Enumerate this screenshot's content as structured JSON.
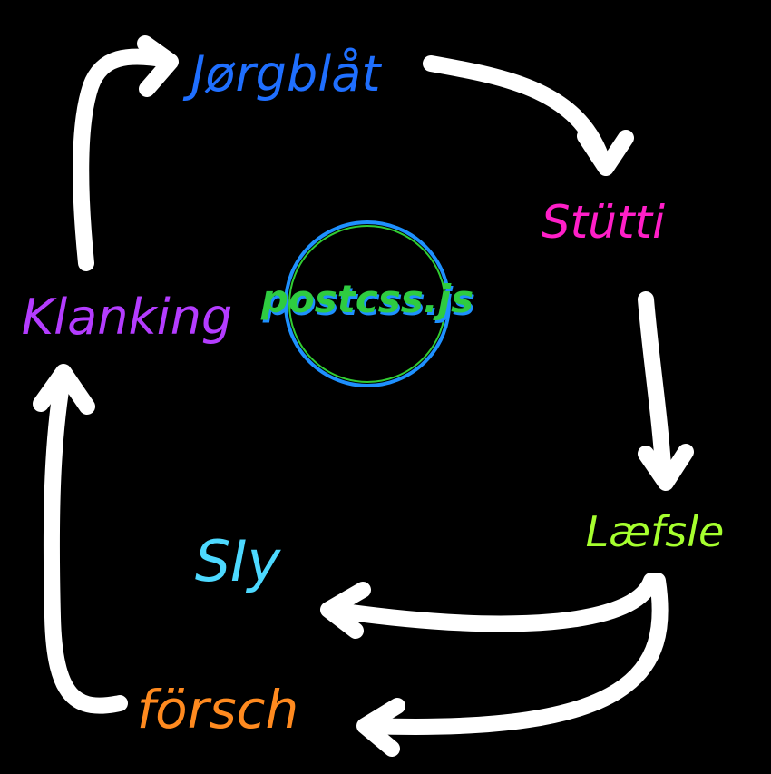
{
  "diagram": {
    "center": {
      "label": "postcss.js",
      "ring_color": "#1e90ff",
      "ring_inner_color": "#32cd32",
      "text_color": "#2ecc40",
      "text_shadow_color": "#1e90ff"
    },
    "nodes": [
      {
        "id": "jorgblat",
        "label": "Jørgblåt",
        "color": "#1f6fff"
      },
      {
        "id": "stutti",
        "label": "Stütti",
        "color": "#ff1fc8"
      },
      {
        "id": "laefsle",
        "label": "Læfsle",
        "color": "#a6ff2e"
      },
      {
        "id": "sig",
        "label": "SIy",
        "color": "#4dd9ff"
      },
      {
        "id": "forsch",
        "label": "försch",
        "color": "#ff8a1f"
      },
      {
        "id": "klanking",
        "label": "Klanking",
        "color": "#b43cff"
      }
    ],
    "arrow_color": "#ffffff"
  }
}
